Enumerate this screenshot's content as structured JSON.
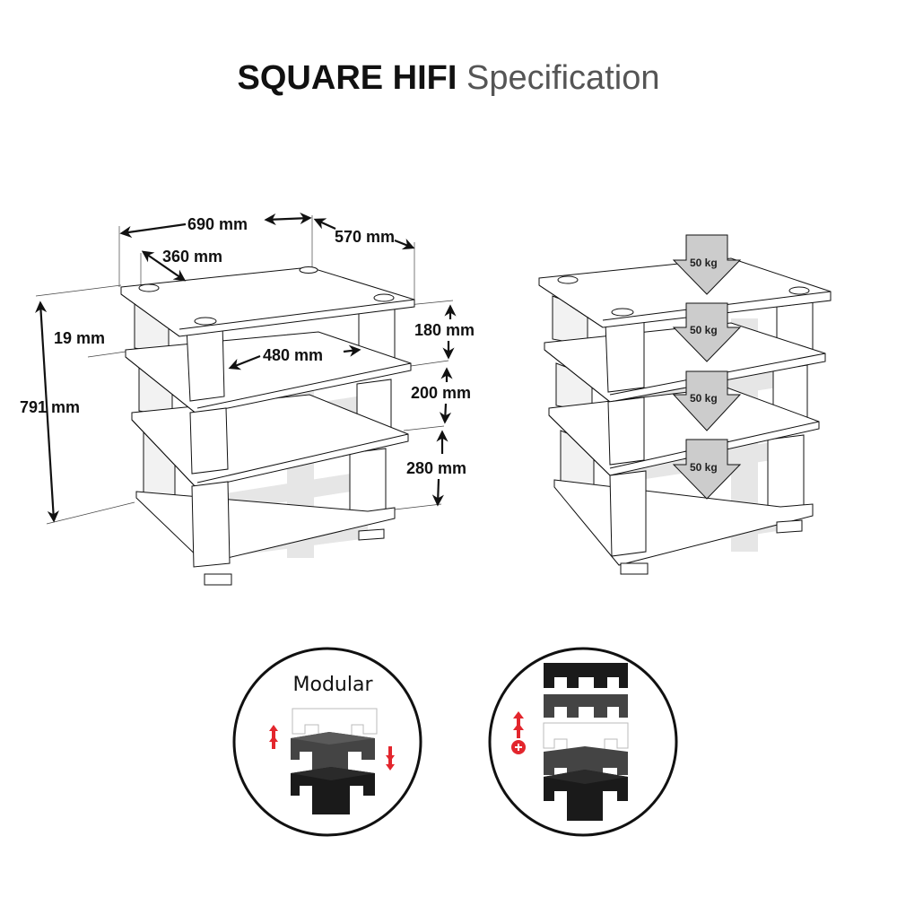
{
  "header": {
    "brand": "SQUARE HIFI",
    "subtitle": "Specification"
  },
  "dimensions_diagram": {
    "width": "690 mm",
    "depth": "570 mm",
    "pillar_spacing_depth": "360 mm",
    "shelf_thickness": "19 mm",
    "inner_width": "480 mm",
    "total_height": "791 mm",
    "shelf_gaps": [
      "180 mm",
      "200 mm",
      "280 mm"
    ]
  },
  "load_diagram": {
    "loads": [
      "50 kg",
      "50 kg",
      "50 kg",
      "50 kg"
    ]
  },
  "features": {
    "modular": {
      "label": "Modular"
    },
    "expandable": {
      "label": ""
    }
  },
  "colors": {
    "text_primary": "#111111",
    "text_secondary": "#555555",
    "accent_red": "#e3262d",
    "arrow_fill": "#cccccc",
    "shadow_gray": "#e6e6e6"
  }
}
